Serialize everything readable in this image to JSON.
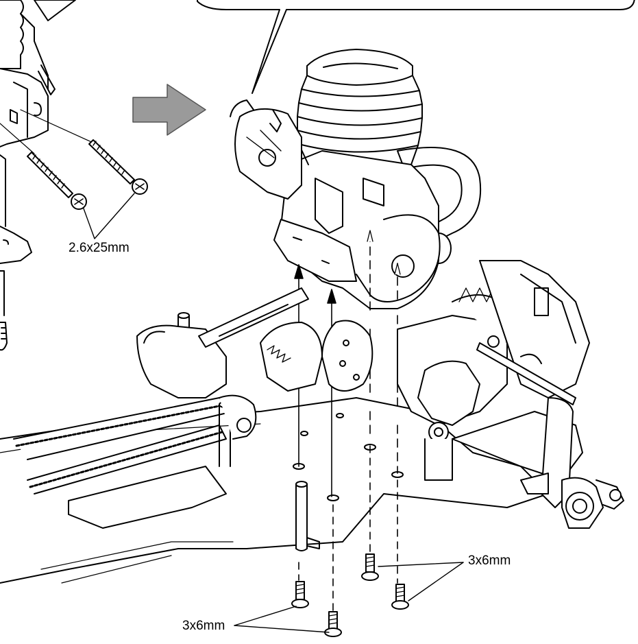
{
  "labels": {
    "engine_mount_screws": "2.6x25mm",
    "chassis_screws_right": "3x6mm",
    "chassis_screws_left": "3x6mm"
  },
  "colors": {
    "line": "#000000",
    "arrow_fill": "#9a9a9a",
    "background": "#ffffff"
  }
}
